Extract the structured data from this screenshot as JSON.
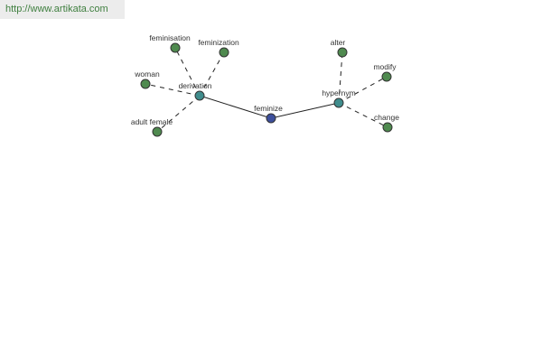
{
  "header": {
    "url": "http://www.artikata.com"
  },
  "colors": {
    "root": "#3d4f9c",
    "hub": "#3f8c8c",
    "leaf": "#4f8a4f",
    "url_text": "#3f7f3f"
  },
  "graph": {
    "nodes": [
      {
        "id": "feminize",
        "label": "feminize",
        "kind": "root"
      },
      {
        "id": "derivation",
        "label": "derivation",
        "kind": "hub"
      },
      {
        "id": "hypernym",
        "label": "hypernym",
        "kind": "hub"
      },
      {
        "id": "feminisation",
        "label": "feminisation",
        "kind": "leaf"
      },
      {
        "id": "feminization",
        "label": "feminization",
        "kind": "leaf"
      },
      {
        "id": "woman",
        "label": "woman",
        "kind": "leaf"
      },
      {
        "id": "adult-female",
        "label": "adult female",
        "kind": "leaf"
      },
      {
        "id": "alter",
        "label": "alter",
        "kind": "leaf"
      },
      {
        "id": "modify",
        "label": "modify",
        "kind": "leaf"
      },
      {
        "id": "change",
        "label": "change",
        "kind": "leaf"
      }
    ],
    "edges": [
      {
        "from": "feminize",
        "to": "derivation",
        "style": "solid"
      },
      {
        "from": "feminize",
        "to": "hypernym",
        "style": "solid"
      },
      {
        "from": "derivation",
        "to": "feminisation",
        "style": "dashed"
      },
      {
        "from": "derivation",
        "to": "feminization",
        "style": "dashed"
      },
      {
        "from": "derivation",
        "to": "woman",
        "style": "dashed"
      },
      {
        "from": "derivation",
        "to": "adult-female",
        "style": "dashed"
      },
      {
        "from": "hypernym",
        "to": "alter",
        "style": "dashed"
      },
      {
        "from": "hypernym",
        "to": "modify",
        "style": "dashed"
      },
      {
        "from": "hypernym",
        "to": "change",
        "style": "dashed"
      }
    ]
  }
}
